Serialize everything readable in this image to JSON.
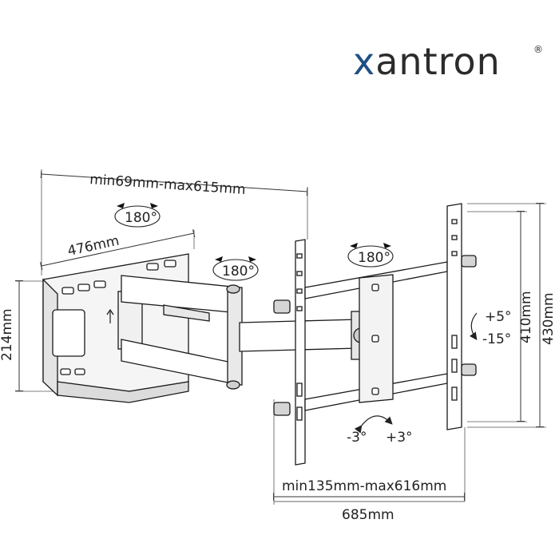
{
  "brand": {
    "name_x": "x",
    "name_rest": "antron",
    "registered": "®",
    "accent_color": "#1f4f84",
    "text_color": "#2b2b2b"
  },
  "dimensions": {
    "arm_extension": "min69mm-max615mm",
    "wall_plate_width": "476mm",
    "wall_plate_height": "214mm",
    "vesa_inner_height": "410mm",
    "vesa_outer_height": "430mm",
    "mount_depth": "min135mm-max616mm",
    "overall_width": "685mm"
  },
  "rotations": {
    "wall_pivot": "180°",
    "middle_pivot": "180°",
    "head_pivot": "180°"
  },
  "tilt": {
    "up": "+5°",
    "down": "-15°"
  },
  "swivel": {
    "left": "-3°",
    "right": "+3°"
  }
}
